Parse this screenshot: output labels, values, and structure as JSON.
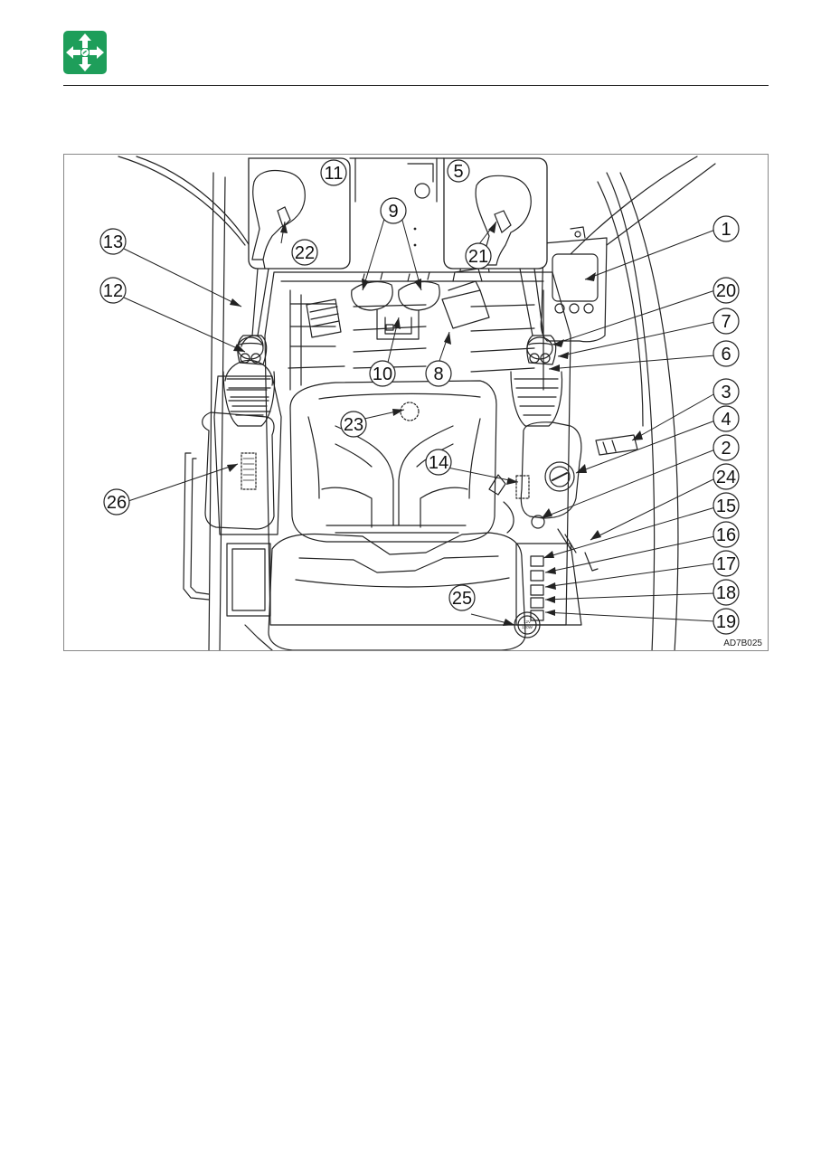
{
  "header": {
    "icon": "move-arrows-icon",
    "icon_color": "#1e9e5a"
  },
  "figure": {
    "code": "AD7B025",
    "callouts": [
      "1",
      "2",
      "3",
      "4",
      "5",
      "6",
      "7",
      "8",
      "9",
      "10",
      "11",
      "12",
      "13",
      "14",
      "15",
      "16",
      "17",
      "18",
      "19",
      "20",
      "21",
      "22",
      "23",
      "24",
      "25",
      "26"
    ],
    "socket_label_line1": "12V",
    "socket_label_line2": "120W"
  }
}
